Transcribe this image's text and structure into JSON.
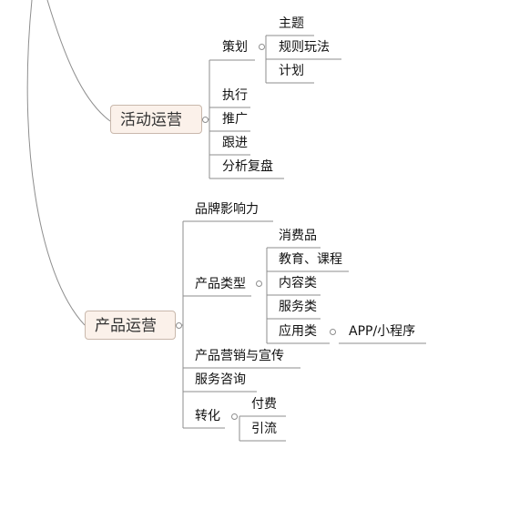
{
  "colors": {
    "line": "#8e8e8e",
    "central_fill": "#fbf1ea",
    "central_border": "#c9b8ac",
    "text": "#111111"
  },
  "branches": {
    "activity": {
      "label": "活动运营",
      "children": {
        "plan": {
          "label": "策划",
          "children": [
            "主题",
            "规则玩法",
            "计划"
          ]
        },
        "execute": "执行",
        "promote": "推广",
        "follow": "跟进",
        "review": "分析复盘"
      }
    },
    "product": {
      "label": "产品运营",
      "children": {
        "brand": "品牌影响力",
        "types": {
          "label": "产品类型",
          "children": [
            "消费品",
            "教育、课程",
            "内容类",
            "服务类"
          ],
          "app": {
            "label": "应用类",
            "child": "APP/小程序"
          }
        },
        "marketing": "产品营销与宣传",
        "consulting": "服务咨询",
        "conversion": {
          "label": "转化",
          "children": [
            "付费",
            "引流"
          ]
        }
      }
    }
  }
}
